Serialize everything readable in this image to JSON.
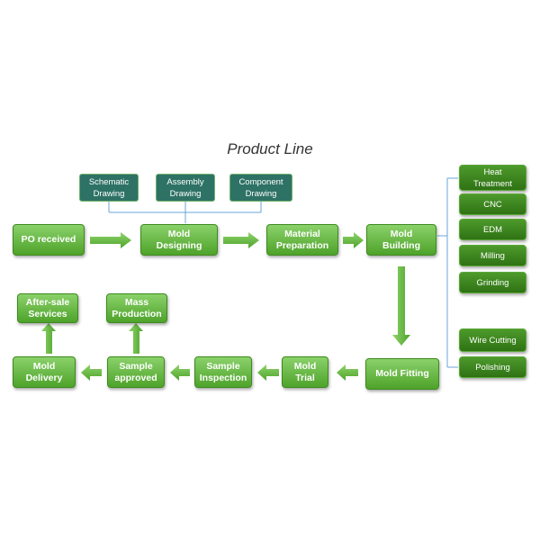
{
  "title": "Product Line",
  "colors": {
    "node_top": "#8ad16a",
    "node_bottom": "#4ea32a",
    "sub_fill": "#2e7265",
    "line": "#6aa6d8",
    "arrow": "#5fb13a"
  },
  "subtasks": {
    "schematic": "Schematic\nDrawing",
    "assembly": "Assembly\nDrawing",
    "component": "Component\nDrawing"
  },
  "process": {
    "po_received": "PO received",
    "mold_designing": "Mold\nDesigning",
    "material_preparation": "Material\nPreparation",
    "mold_building": "Mold\nBuilding",
    "mold_fitting": "Mold Fitting",
    "mold_trial": "Mold\nTrial",
    "sample_inspection": "Sample\nInspection",
    "sample_approved": "Sample\napproved",
    "mold_delivery": "Mold\nDelivery",
    "mass_production": "Mass\nProduction",
    "after_sale_services": "After-sale\nServices"
  },
  "operations": {
    "heat_treatment": "Heat\nTreatment",
    "cnc": "CNC",
    "edm": "EDM",
    "milling": "Milling",
    "grinding": "Grinding",
    "wire_cutting": "Wire Cutting",
    "polishing": "Polishing"
  }
}
